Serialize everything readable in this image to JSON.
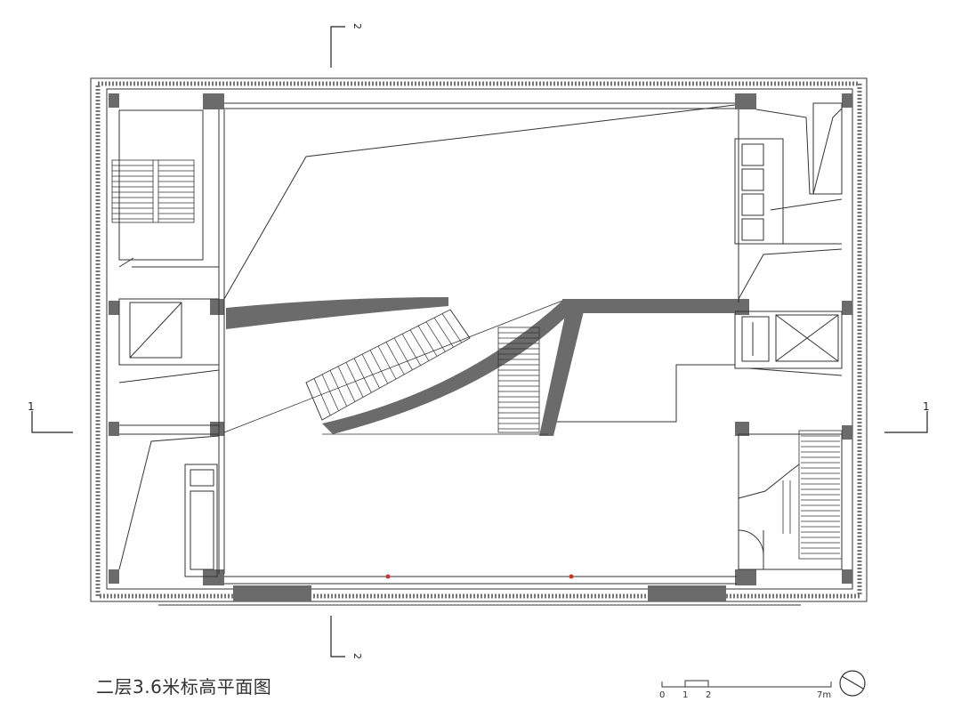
{
  "drawing_title": "二层3.6米标高平面图",
  "section_marks": {
    "top": "2",
    "bottom": "2",
    "left": "1",
    "right": "1"
  },
  "scale_bar": {
    "labels": [
      "0",
      "1",
      "2",
      "7m"
    ]
  },
  "north_arrow_icon": "north-arrow-icon",
  "colors": {
    "wall_fill": "#6b6b6b",
    "line": "#333333",
    "marker": "#c0392b"
  }
}
